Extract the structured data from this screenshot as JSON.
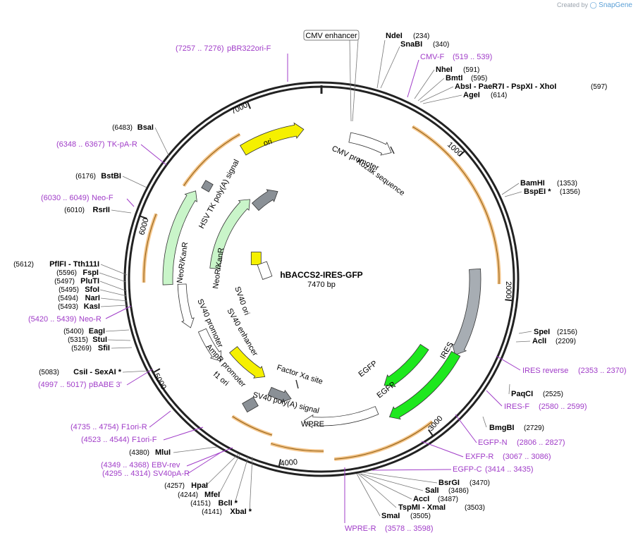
{
  "credit": {
    "prefix": "Created by",
    "brand": "SnapGene"
  },
  "plasmid": {
    "name": "hBACCS2-IRES-GFP",
    "length_label": "7470 bp",
    "length": 7470
  },
  "ticks": [
    {
      "pos": 1000,
      "label": "1000"
    },
    {
      "pos": 2000,
      "label": "2000"
    },
    {
      "pos": 3000,
      "label": "3000"
    },
    {
      "pos": 4000,
      "label": "4000"
    },
    {
      "pos": 5000,
      "label": "5000"
    },
    {
      "pos": 6000,
      "label": "6000"
    },
    {
      "pos": 7000,
      "label": "7000"
    }
  ],
  "features": [
    {
      "label": "CMV enhancer",
      "boxed": true,
      "color": "#ffffff"
    },
    {
      "label": "CMV promoter",
      "color": "#ffffff"
    },
    {
      "label": "Kozak sequence",
      "color": "#ffffff"
    },
    {
      "label": "IRES",
      "color": "#a7adb3"
    },
    {
      "label": "EGFP",
      "color": "#1ee81e"
    },
    {
      "label": "EGFP",
      "color": "#1ee81e"
    },
    {
      "label": "Factor Xa site",
      "color": "#ffffff"
    },
    {
      "label": "WPRE",
      "color": "#ffffff"
    },
    {
      "label": "SV40 poly(A) signal",
      "color": "#8a9096"
    },
    {
      "label": "f1 ori",
      "color": "#f5f000"
    },
    {
      "label": "AmpR promoter",
      "color": "#ffffff"
    },
    {
      "label": "SV40 promoter",
      "color": "#ffffff"
    },
    {
      "label": "NeoR/KanR",
      "color": "#c9f5c9"
    },
    {
      "label": "NeoR/KanR",
      "color": "#c9f5c9"
    },
    {
      "label": "SV40 ori",
      "color": "#f5f000"
    },
    {
      "label": "SV40 enhancer",
      "color": "#ffffff"
    },
    {
      "label": "HSV TK poly(A) signal",
      "color": "#8a9096"
    },
    {
      "label": "ori",
      "color": "#f5f000"
    }
  ],
  "sites": [
    {
      "name": "NdeI",
      "num": "(234)"
    },
    {
      "name": "SnaBI",
      "num": "(340)"
    },
    {
      "name": "NheI",
      "num": "(591)"
    },
    {
      "name": "BmtI",
      "num": "(595)"
    },
    {
      "name": "AbsI - PaeR7I - PspXI - XhoI",
      "num": "(597)"
    },
    {
      "name": "AgeI",
      "num": "(614)"
    },
    {
      "name": "BamHI",
      "num": "(1353)"
    },
    {
      "name": "BspEI *",
      "num": "(1356)"
    },
    {
      "name": "SpeI",
      "num": "(2156)"
    },
    {
      "name": "AclI",
      "num": "(2209)"
    },
    {
      "name": "PaqCI",
      "num": "(2525)"
    },
    {
      "name": "BmgBI",
      "num": "(2729)"
    },
    {
      "name": "BsrGI",
      "num": "(3470)"
    },
    {
      "name": "SalI",
      "num": "(3486)"
    },
    {
      "name": "AccI",
      "num": "(3487)"
    },
    {
      "name": "TspMI - XmaI",
      "num": "(3503)"
    },
    {
      "name": "SmaI",
      "num": "(3505)"
    },
    {
      "name": "HpaI",
      "num": "(4257)"
    },
    {
      "name": "MfeI",
      "num": "(4244)"
    },
    {
      "name": "BclI *",
      "num": "(4151)"
    },
    {
      "name": "XbaI *",
      "num": "(4141)"
    },
    {
      "name": "MluI",
      "num": "(4380)"
    },
    {
      "name": "CsiI - SexAI *",
      "num": "(5083)"
    },
    {
      "name": "SfiI",
      "num": "(5269)"
    },
    {
      "name": "StuI",
      "num": "(5315)"
    },
    {
      "name": "EagI",
      "num": "(5400)"
    },
    {
      "name": "KasI",
      "num": "(5493)"
    },
    {
      "name": "NarI",
      "num": "(5494)"
    },
    {
      "name": "SfoI",
      "num": "(5495)"
    },
    {
      "name": "PluTI",
      "num": "(5497)"
    },
    {
      "name": "FspI",
      "num": "(5596)"
    },
    {
      "name": "PflFI - Tth111I",
      "num": "(5612)"
    },
    {
      "name": "RsrII",
      "num": "(6010)"
    },
    {
      "name": "BstBI",
      "num": "(6176)"
    },
    {
      "name": "BsaI",
      "num": "(6483)"
    }
  ],
  "primers": [
    {
      "name": "pBR322ori-F",
      "range": "(7257 .. 7276)"
    },
    {
      "name": "CMV-F",
      "range": "(519 .. 539)"
    },
    {
      "name": "TK-pA-R",
      "range": "(6348 .. 6367)"
    },
    {
      "name": "Neo-F",
      "range": "(6030 .. 6049)"
    },
    {
      "name": "Neo-R",
      "range": "(5420 .. 5439)"
    },
    {
      "name": "pBABE 3'",
      "range": "(4997 .. 5017)"
    },
    {
      "name": "F1ori-R",
      "range": "(4735 .. 4754)"
    },
    {
      "name": "F1ori-F",
      "range": "(4523 .. 4544)"
    },
    {
      "name": "EBV-rev",
      "range": "(4349 .. 4368)"
    },
    {
      "name": "SV40pA-R",
      "range": "(4295 .. 4314)"
    },
    {
      "name": "IRES reverse",
      "range": "(2353 .. 2370)"
    },
    {
      "name": "IRES-F",
      "range": "(2580 .. 2599)"
    },
    {
      "name": "EGFP-N",
      "range": "(2806 .. 2827)"
    },
    {
      "name": "EXFP-R",
      "range": "(3067 .. 3086)"
    },
    {
      "name": "EGFP-C",
      "range": "(3414 .. 3435)"
    },
    {
      "name": "WPRE-R",
      "range": "(3578 .. 3598)"
    }
  ]
}
